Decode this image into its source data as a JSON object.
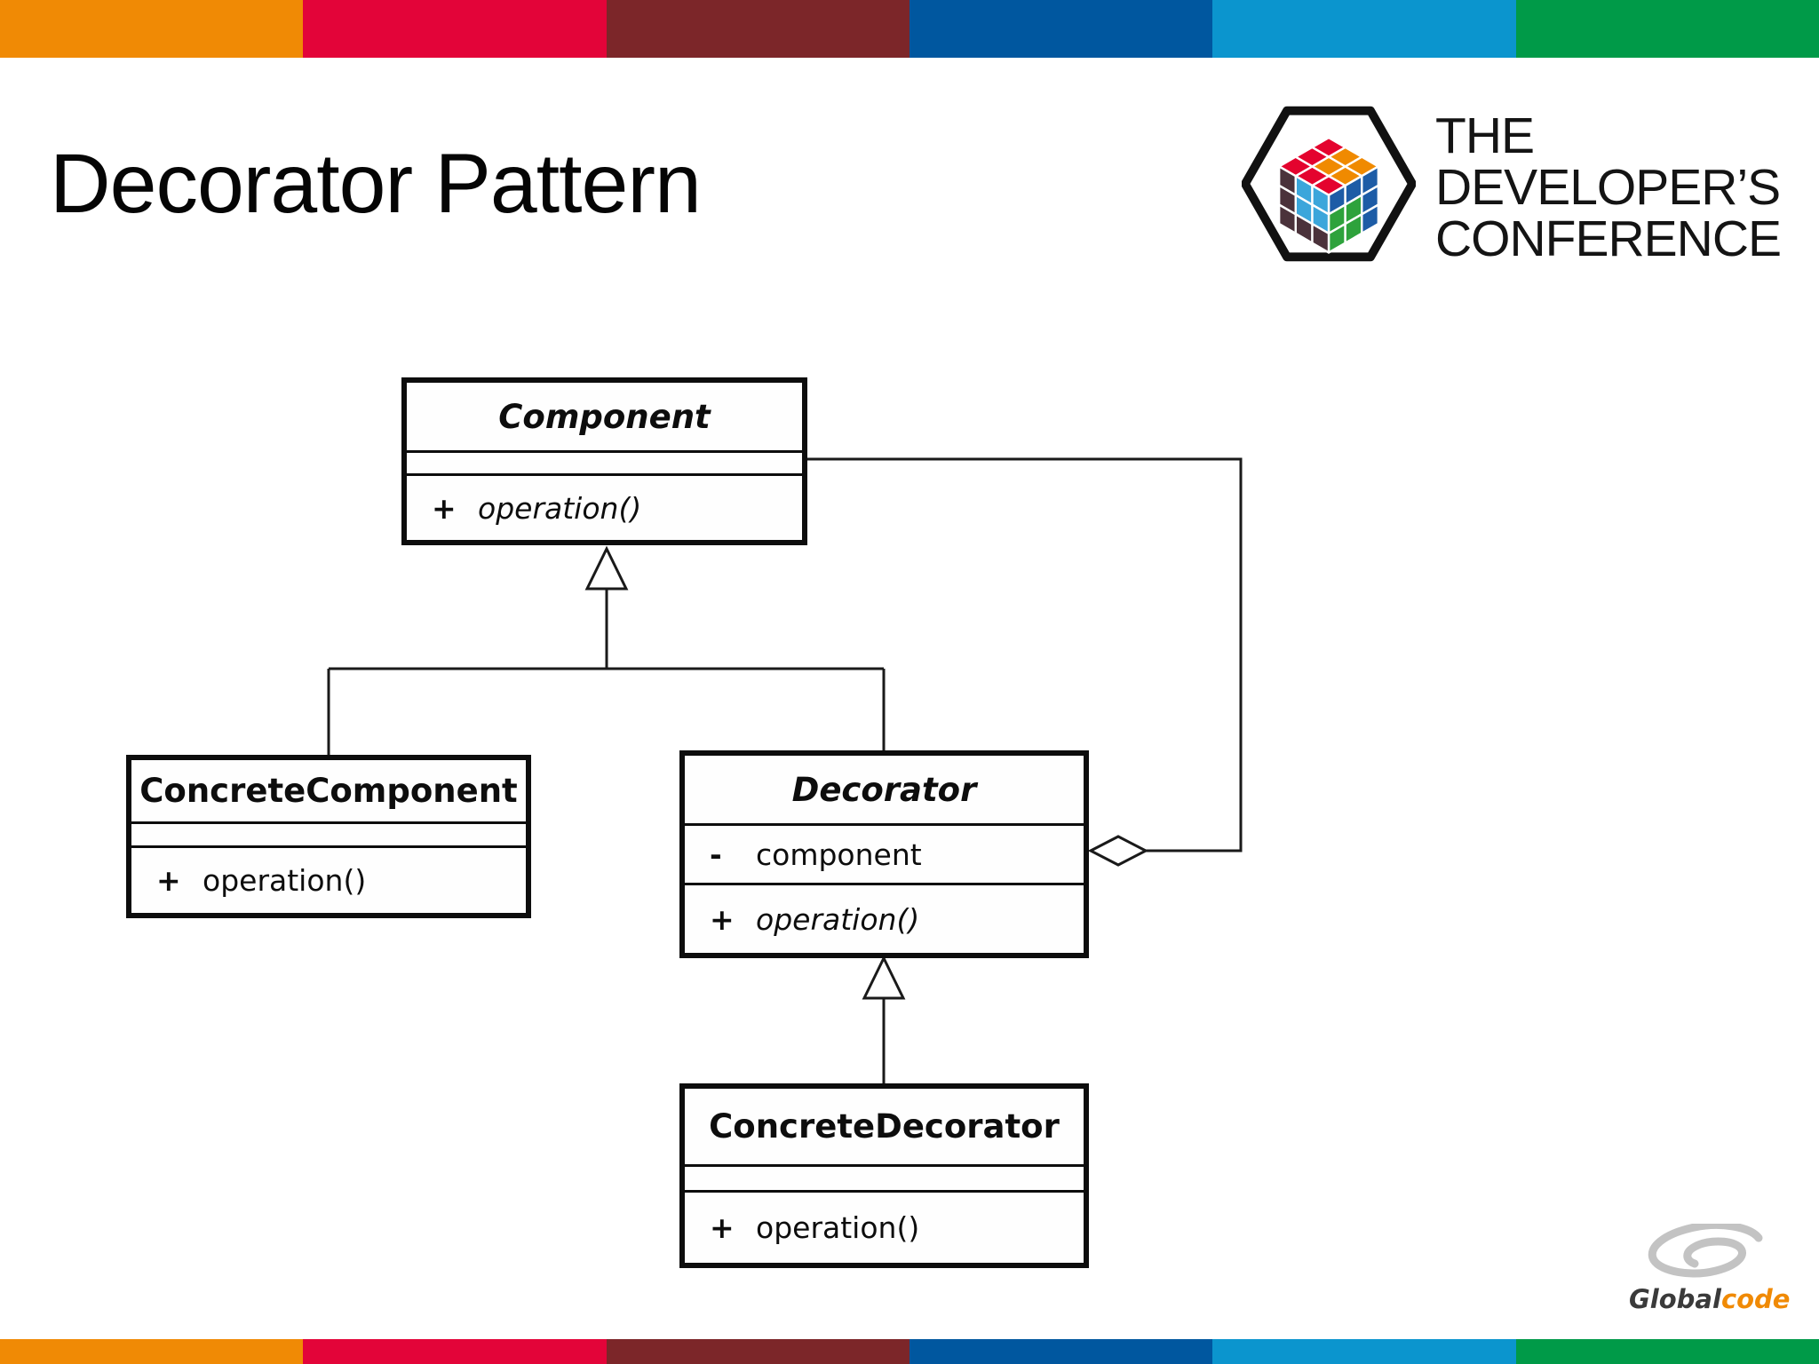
{
  "page": {
    "title": "Decorator Pattern",
    "bar_colors": [
      "#F08A05",
      "#E30439",
      "#7C2629",
      "#00579F",
      "#0B95CE",
      "#009A48"
    ]
  },
  "brand": {
    "name_lines": [
      "THE",
      "DEVELOPER’S",
      "CONFERENCE"
    ],
    "cube_colors": {
      "red": "#E4032E",
      "orange": "#F08A00",
      "blue": "#1D5CA6",
      "green": "#2EA23C",
      "light_blue": "#3BA6DB",
      "plum": "#4B323B"
    }
  },
  "diagram": {
    "classes": [
      {
        "name": "Component",
        "abstract": true,
        "attributes": [],
        "operations": [
          {
            "visibility": "+",
            "signature": "operation()",
            "abstract": true
          }
        ]
      },
      {
        "name": "ConcreteComponent",
        "abstract": false,
        "attributes": [],
        "operations": [
          {
            "visibility": "+",
            "signature": "operation()",
            "abstract": false
          }
        ]
      },
      {
        "name": "Decorator",
        "abstract": true,
        "attributes": [
          {
            "visibility": "-",
            "name": "component"
          }
        ],
        "operations": [
          {
            "visibility": "+",
            "signature": "operation()",
            "abstract": true
          }
        ]
      },
      {
        "name": "ConcreteDecorator",
        "abstract": false,
        "attributes": [],
        "operations": [
          {
            "visibility": "+",
            "signature": "operation()",
            "abstract": false
          }
        ]
      }
    ],
    "relations": [
      {
        "type": "generalization",
        "from": "ConcreteComponent",
        "to": "Component"
      },
      {
        "type": "generalization",
        "from": "Decorator",
        "to": "Component"
      },
      {
        "type": "generalization",
        "from": "ConcreteDecorator",
        "to": "Decorator"
      },
      {
        "type": "aggregation",
        "from": "Decorator",
        "to": "Component",
        "end": "component"
      }
    ]
  },
  "footer": {
    "logo_text_primary": "Global",
    "logo_text_accent": "code",
    "accent_color": "#F08A05"
  }
}
